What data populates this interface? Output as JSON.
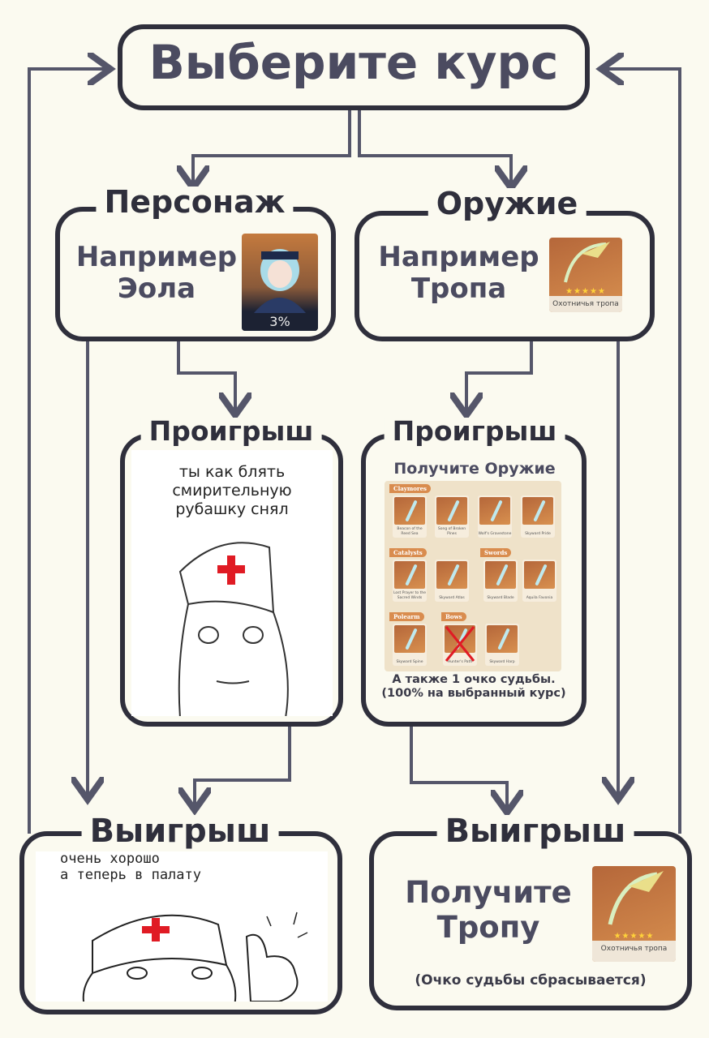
{
  "title": "Выберите курс",
  "character": {
    "label": "Персонаж",
    "example": "Например Эола",
    "example_line1": "Например",
    "example_line2": "Эола",
    "card_rate": "3%"
  },
  "weapon": {
    "label": "Оружие",
    "example_line1": "Например",
    "example_line2": "Тропа",
    "card_name": "Охотничья тропа"
  },
  "lose_left": {
    "label": "Проигрыш",
    "meme_line1": "ты как блять",
    "meme_line2": "смирительную",
    "meme_line3": "рубашку снял"
  },
  "lose_right": {
    "label": "Проигрыш",
    "heading": "Получите Оружие",
    "categories": {
      "claymores": "Claymores",
      "catalysts": "Catalysts",
      "swords": "Swords",
      "polearm": "Polearm",
      "bows": "Bows"
    },
    "weapons": [
      "Beacon of the Reed Sea",
      "Song of Broken Pines",
      "Wolf's Gravestone",
      "Skyward Pride",
      "Lost Prayer to the Sacred Winds",
      "Skyward Atlas",
      "Skyward Blade",
      "Aquila Favonia",
      "Skyward Spine",
      "Hunter's Path",
      "Skyward Harp"
    ],
    "note_line1": "А также 1 очко судьбы.",
    "note_line2": "(100% на выбранный курс)"
  },
  "win_left": {
    "label": "Выигрыш",
    "meme_line1": "очень хорошо",
    "meme_line2": "а теперь в палату"
  },
  "win_right": {
    "label": "Выигрыш",
    "line1": "Получите",
    "line2": "Тропу",
    "card_name": "Охотничья тропа",
    "note": "(Очко судьбы сбрасывается)"
  },
  "colors": {
    "background": "#fbfaf0",
    "border": "#2f2f3c",
    "text": "#4b4b60",
    "arrow": "#55566a",
    "cross": "#e01b24"
  }
}
